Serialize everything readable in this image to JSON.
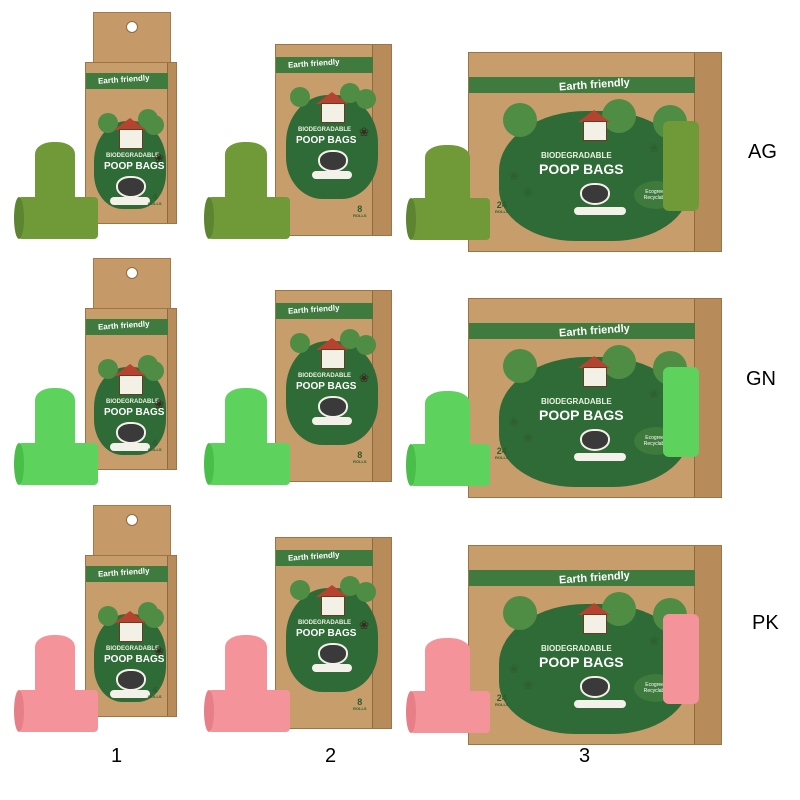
{
  "rows": [
    {
      "code": "AG",
      "roll_color": "#6f9a37",
      "roll_shade": "#5d8430"
    },
    {
      "code": "GN",
      "roll_color": "#5dd35d",
      "roll_shade": "#49be49"
    },
    {
      "code": "PK",
      "roll_color": "#f5939a",
      "roll_shade": "#e77f88"
    }
  ],
  "columns": [
    "1",
    "2",
    "3"
  ],
  "box_text": {
    "brand_band": "Earth friendly",
    "line1": "BIODEGRADABLE",
    "line2": "POOP BAGS",
    "eco_badge": "Ecogreen Recyclable"
  },
  "roll_counts": [
    {
      "number": "4",
      "unit": "ROLLS"
    },
    {
      "number": "8",
      "unit": "ROLLS"
    },
    {
      "number": "24",
      "unit": "ROLLS"
    }
  ],
  "colors": {
    "kraft": "#c89d6c",
    "kraft_dark": "#b88b5a",
    "band_green": "#3f7a3e",
    "panel_green": "#2f6b36"
  }
}
